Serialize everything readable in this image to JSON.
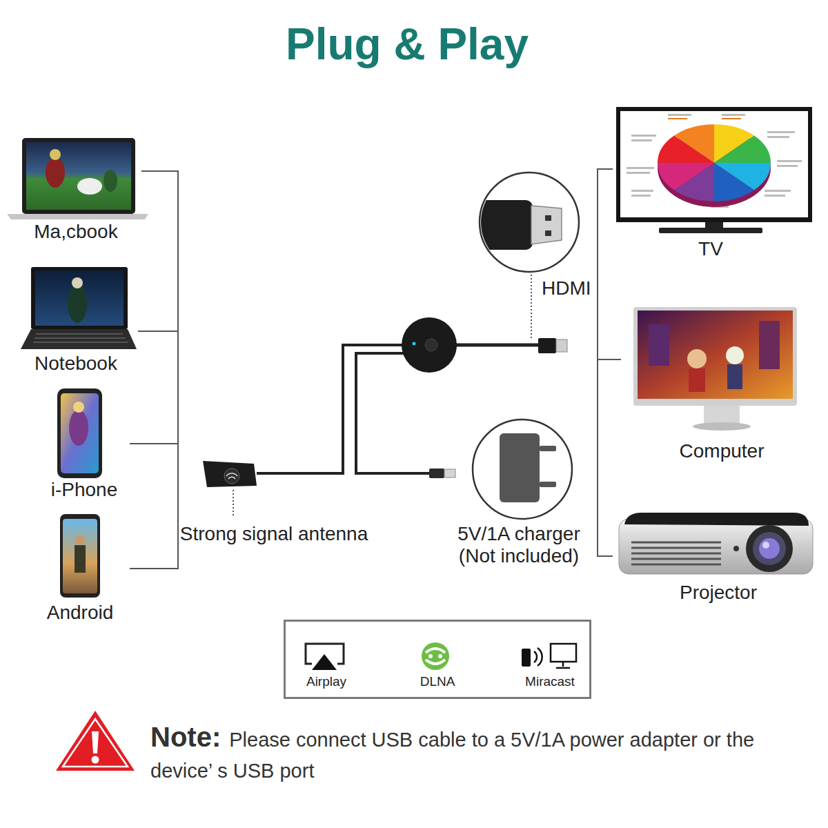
{
  "diagram": {
    "title": "Plug & Play",
    "nodes": [
      {
        "text": [
          "Airplay",
          "DLNA",
          "Miracast"
        ]
      }
    ],
    "labels": [
      "Ma,cbook",
      "Notebook",
      "i-Phone",
      "Android",
      "Strong signal antenna",
      "HDMI",
      "5V/1A charger (Not included)",
      "TV",
      "Computer",
      "Projector",
      "Note:",
      "Please connect USB cable to a 5V/1A power adapter or the device’ s USB port"
    ]
  }
}
